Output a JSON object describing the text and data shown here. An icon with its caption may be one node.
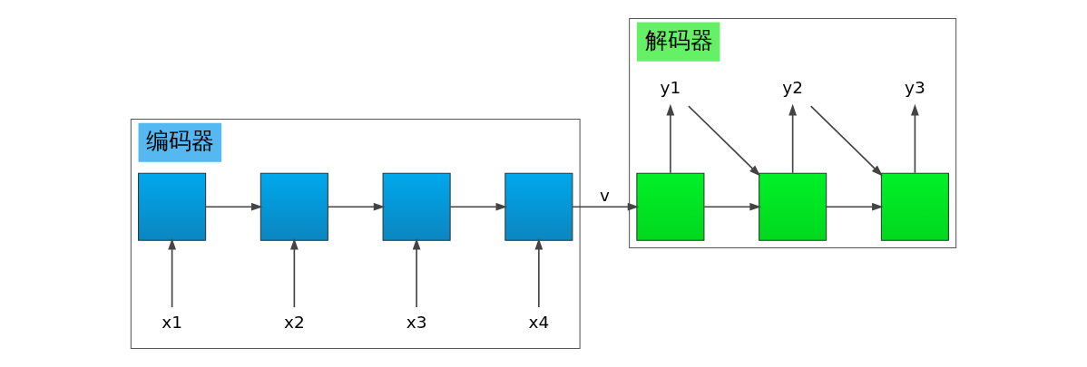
{
  "diagram": {
    "nodes": [
      {
        "text": [
          "编码器"
        ]
      },
      {
        "text": [],
        "shape": "box",
        "in": 0
      },
      {
        "text": [],
        "shape": "box",
        "in": 0
      },
      {
        "text": [],
        "shape": "box",
        "in": 0
      },
      {
        "text": [],
        "shape": "box",
        "in": 0
      },
      {
        "text": [
          "x1"
        ],
        "in": 0
      },
      {
        "text": [
          "x2"
        ],
        "in": 0
      },
      {
        "text": [
          "x3"
        ],
        "in": 0
      },
      {
        "text": [
          "x4"
        ],
        "in": 0
      },
      {
        "text": [
          "解码器"
        ]
      },
      {
        "text": [],
        "shape": "box",
        "in": 9
      },
      {
        "text": [],
        "shape": "box",
        "in": 9
      },
      {
        "text": [],
        "shape": "box",
        "in": 9
      },
      {
        "text": [
          "y1"
        ],
        "in": 9
      },
      {
        "text": [
          "y2"
        ],
        "in": 9
      },
      {
        "text": [
          "y3"
        ],
        "in": 9
      }
    ],
    "edges": [
      {
        "from": 1,
        "to": 2,
        "arrow": "to"
      },
      {
        "from": 2,
        "to": 3,
        "arrow": "to"
      },
      {
        "from": 3,
        "to": 4,
        "arrow": "to"
      },
      {
        "from": 4,
        "to": 10,
        "arrow": "to",
        "label": "v"
      },
      {
        "from": 10,
        "to": 11,
        "arrow": "to"
      },
      {
        "from": 11,
        "to": 12,
        "arrow": "to"
      },
      {
        "from": 5,
        "to": 1,
        "arrow": "to"
      },
      {
        "from": 6,
        "to": 2,
        "arrow": "to"
      },
      {
        "from": 7,
        "to": 3,
        "arrow": "to"
      },
      {
        "from": 8,
        "to": 4,
        "arrow": "to"
      },
      {
        "from": 10,
        "to": 13,
        "arrow": "to"
      },
      {
        "from": 11,
        "to": 14,
        "arrow": "to"
      },
      {
        "from": 12,
        "to": 15,
        "arrow": "to"
      },
      {
        "from": 13,
        "to": 11,
        "arrow": "to"
      },
      {
        "from": 14,
        "to": 12,
        "arrow": "to"
      }
    ]
  }
}
